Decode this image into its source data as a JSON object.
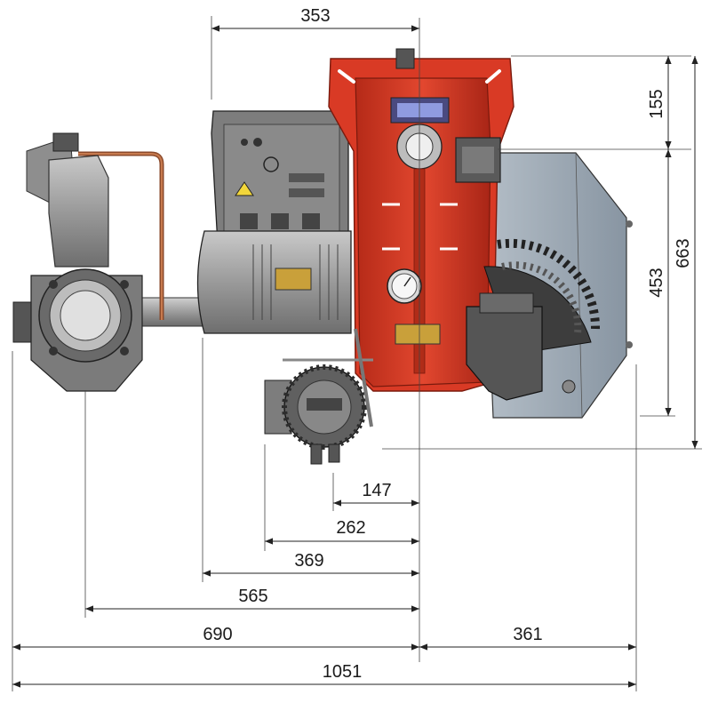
{
  "drawing": {
    "dimensions": {
      "top_width": "353",
      "height_top": "155",
      "height_mid": "453",
      "height_total": "663",
      "below_147": "147",
      "below_262": "262",
      "below_369": "369",
      "below_565": "565",
      "left_690": "690",
      "right_361": "361",
      "total_1051": "1051"
    },
    "colors": {
      "burner_body": "#d93a25",
      "burner_body_dark": "#9e2415",
      "metal_gray": "#8c8c8c",
      "metal_dark": "#4a4a4a",
      "hood_blue_gray": "#9aa6b2",
      "connector_gold": "#c9a03a",
      "copper_pipe": "#a0522d"
    }
  }
}
